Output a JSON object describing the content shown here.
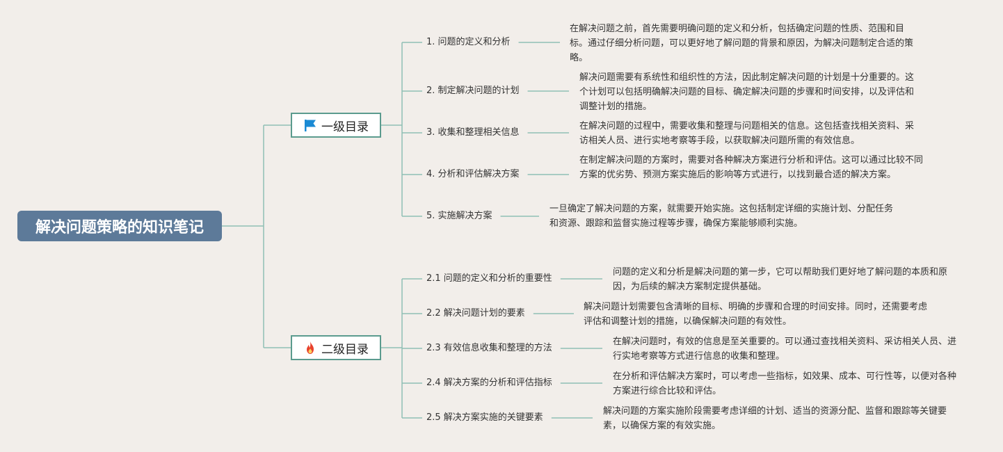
{
  "root": {
    "title": "解决问题策略的知识笔记"
  },
  "branches": [
    {
      "label": "一级目录",
      "icon": "flag-icon",
      "icon_color": "#1a8ad4",
      "topics": [
        {
          "label": "1. 问题的定义和分析",
          "desc": "在解决问题之前，首先需要明确问题的定义和分析，包括确定问题的性质、范围和目标。通过仔细分析问题，可以更好地了解问题的背景和原因，为解决问题制定合适的策略。"
        },
        {
          "label": "2. 制定解决问题的计划",
          "desc": "解决问题需要有系统性和组织性的方法，因此制定解决问题的计划是十分重要的。这个计划可以包括明确解决问题的目标、确定解决问题的步骤和时间安排，以及评估和调整计划的措施。"
        },
        {
          "label": "3. 收集和整理相关信息",
          "desc": "在解决问题的过程中，需要收集和整理与问题相关的信息。这包括查找相关资料、采访相关人员、进行实地考察等手段，以获取解决问题所需的有效信息。"
        },
        {
          "label": "4. 分析和评估解决方案",
          "desc": "在制定解决问题的方案时，需要对各种解决方案进行分析和评估。这可以通过比较不同方案的优劣势、预测方案实施后的影响等方式进行，以找到最合适的解决方案。"
        },
        {
          "label": "5. 实施解决方案",
          "desc": "一旦确定了解决问题的方案，就需要开始实施。这包括制定详细的实施计划、分配任务和资源、跟踪和监督实施过程等步骤，确保方案能够顺利实施。"
        }
      ]
    },
    {
      "label": "二级目录",
      "icon": "fire-icon",
      "icon_color": "#e8412c",
      "topics": [
        {
          "label": "2.1 问题的定义和分析的重要性",
          "desc": "问题的定义和分析是解决问题的第一步，它可以帮助我们更好地了解问题的本质和原因，为后续的解决方案制定提供基础。"
        },
        {
          "label": "2.2 解决问题计划的要素",
          "desc": "解决问题计划需要包含清晰的目标、明确的步骤和合理的时间安排。同时，还需要考虑评估和调整计划的措施，以确保解决问题的有效性。"
        },
        {
          "label": "2.3 有效信息收集和整理的方法",
          "desc": "在解决问题时，有效的信息是至关重要的。可以通过查找相关资料、采访相关人员、进行实地考察等方式进行信息的收集和整理。"
        },
        {
          "label": "2.4 解决方案的分析和评估指标",
          "desc": "在分析和评估解决方案时，可以考虑一些指标，如效果、成本、可行性等，以便对各种方案进行综合比较和评估。"
        },
        {
          "label": "2.5 解决方案实施的关键要素",
          "desc": "解决问题的方案实施阶段需要考虑详细的计划、适当的资源分配、监督和跟踪等关键要素，以确保方案的有效实施。"
        }
      ]
    }
  ]
}
